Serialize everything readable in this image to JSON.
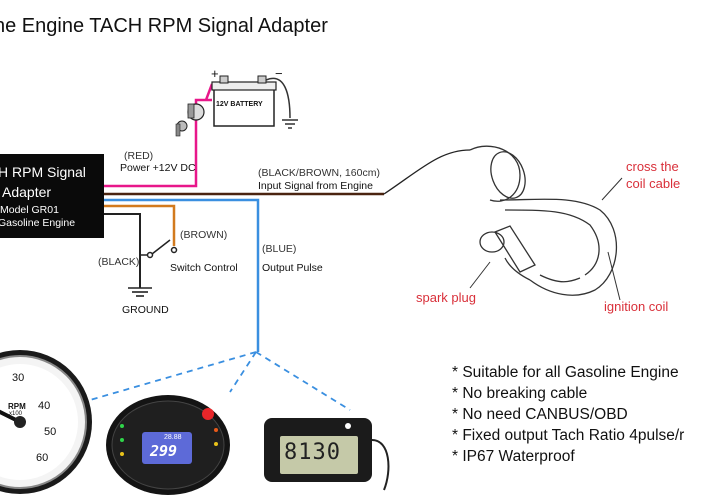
{
  "title": "ne Engine TACH RPM Signal Adapter",
  "adapter": {
    "line1": "H RPM Signal",
    "line2": "Adapter",
    "line3": "Model GR01",
    "line4": "Gasoline Engine"
  },
  "battery_label": "12V BATTERY",
  "battery_plus": "+",
  "battery_minus": "−",
  "wires": {
    "red_color": "(RED)",
    "red_desc": "Power +12V DC",
    "black_brown_color": "(BLACK/BROWN, 160cm)",
    "black_brown_desc": "Input Signal from Engine",
    "brown_color": "(BROWN)",
    "brown_desc": "Switch Control",
    "black_color": "(BLACK)",
    "ground": "GROUND",
    "blue_color": "(BLUE)",
    "blue_desc": "Output Pulse"
  },
  "coil": {
    "cross": "cross the",
    "coil_cable": "coil cable",
    "spark_plug": "spark plug",
    "ignition_coil": "ignition coil"
  },
  "gauges": {
    "analog_ticks": [
      "30",
      "40",
      "50",
      "60"
    ],
    "analog_unit": "RPM",
    "analog_mult": "x100",
    "digital_display": "299",
    "digital_sub": "28.88",
    "lcd_display": "8130"
  },
  "features": [
    "* Suitable for all Gasoline Engine",
    "* No breaking cable",
    "* No need CANBUS/OBD",
    "* Fixed output Tach Ratio 4pulse/r",
    "* IP67 Waterproof"
  ],
  "colors": {
    "red_wire": "#e8178a",
    "brown_wire": "#4a2410",
    "orange_wire": "#d27a1e",
    "blue_wire": "#3a8fe0",
    "callout_red": "#d9303a"
  }
}
